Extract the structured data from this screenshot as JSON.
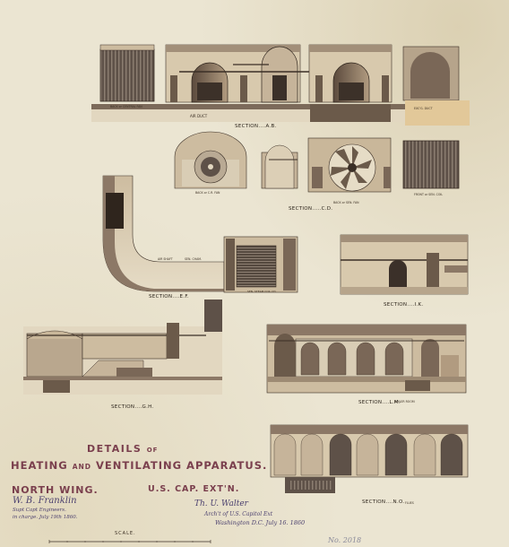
{
  "title": {
    "line1_main": "DETAILS",
    "line1_small": "OF",
    "line2_main_a": "HEATING",
    "line2_small": "AND",
    "line2_main_b": "VENTILATING APPARATUS.",
    "wing": "NORTH WING.",
    "extension": "U.S. CAP. EXT'N."
  },
  "section_labels": {
    "ab": "SECTION....A.B.",
    "cd": "SECTION.....C.D.",
    "ef": "SECTION....E.F.",
    "ik": "SECTION....I.K.",
    "gh": "SECTION....G.H.",
    "lm": "SECTION....L.M.",
    "no": "SECTION....N.O."
  },
  "signatures": {
    "left_name": "W. B. Franklin",
    "left_title": "Supt Capt Engineers.",
    "left_place": "in charge. July 19th 1860.",
    "right_name": "Th. U. Walter",
    "right_title": "Arch't of U.S. Capitol Ext",
    "right_place": "Washington D.C. July 16. 1860"
  },
  "scale_label": "SCALE.",
  "stamp": "No. 2018",
  "colors": {
    "paper": "#ebe5d2",
    "title_ink": "#7a3f4d",
    "signature_ink": "#4a3f6e",
    "wall_wash": "#c9b79a",
    "shadow_wash": "#6b5a4a"
  }
}
